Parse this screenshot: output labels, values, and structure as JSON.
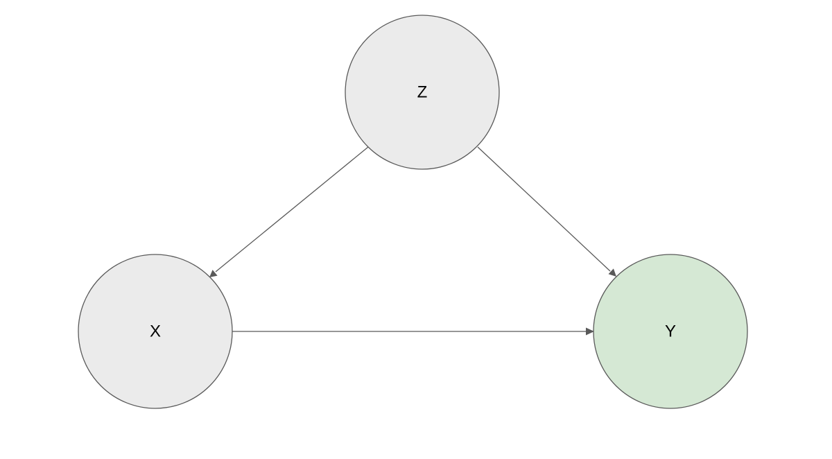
{
  "diagram": {
    "type": "directed-graph",
    "nodes": [
      {
        "id": "z",
        "label": "Z",
        "fill": "#ebebeb",
        "stroke": "#595959"
      },
      {
        "id": "x",
        "label": "X",
        "fill": "#ebebeb",
        "stroke": "#595959"
      },
      {
        "id": "y",
        "label": "Y",
        "fill": "#d5e8d4",
        "stroke": "#595959"
      }
    ],
    "edges": [
      {
        "from": "Z",
        "to": "X",
        "arrow": "end"
      },
      {
        "from": "Z",
        "to": "Y",
        "arrow": "end"
      },
      {
        "from": "X",
        "to": "Y",
        "arrow": "end"
      }
    ],
    "edge_color": "#595959"
  }
}
